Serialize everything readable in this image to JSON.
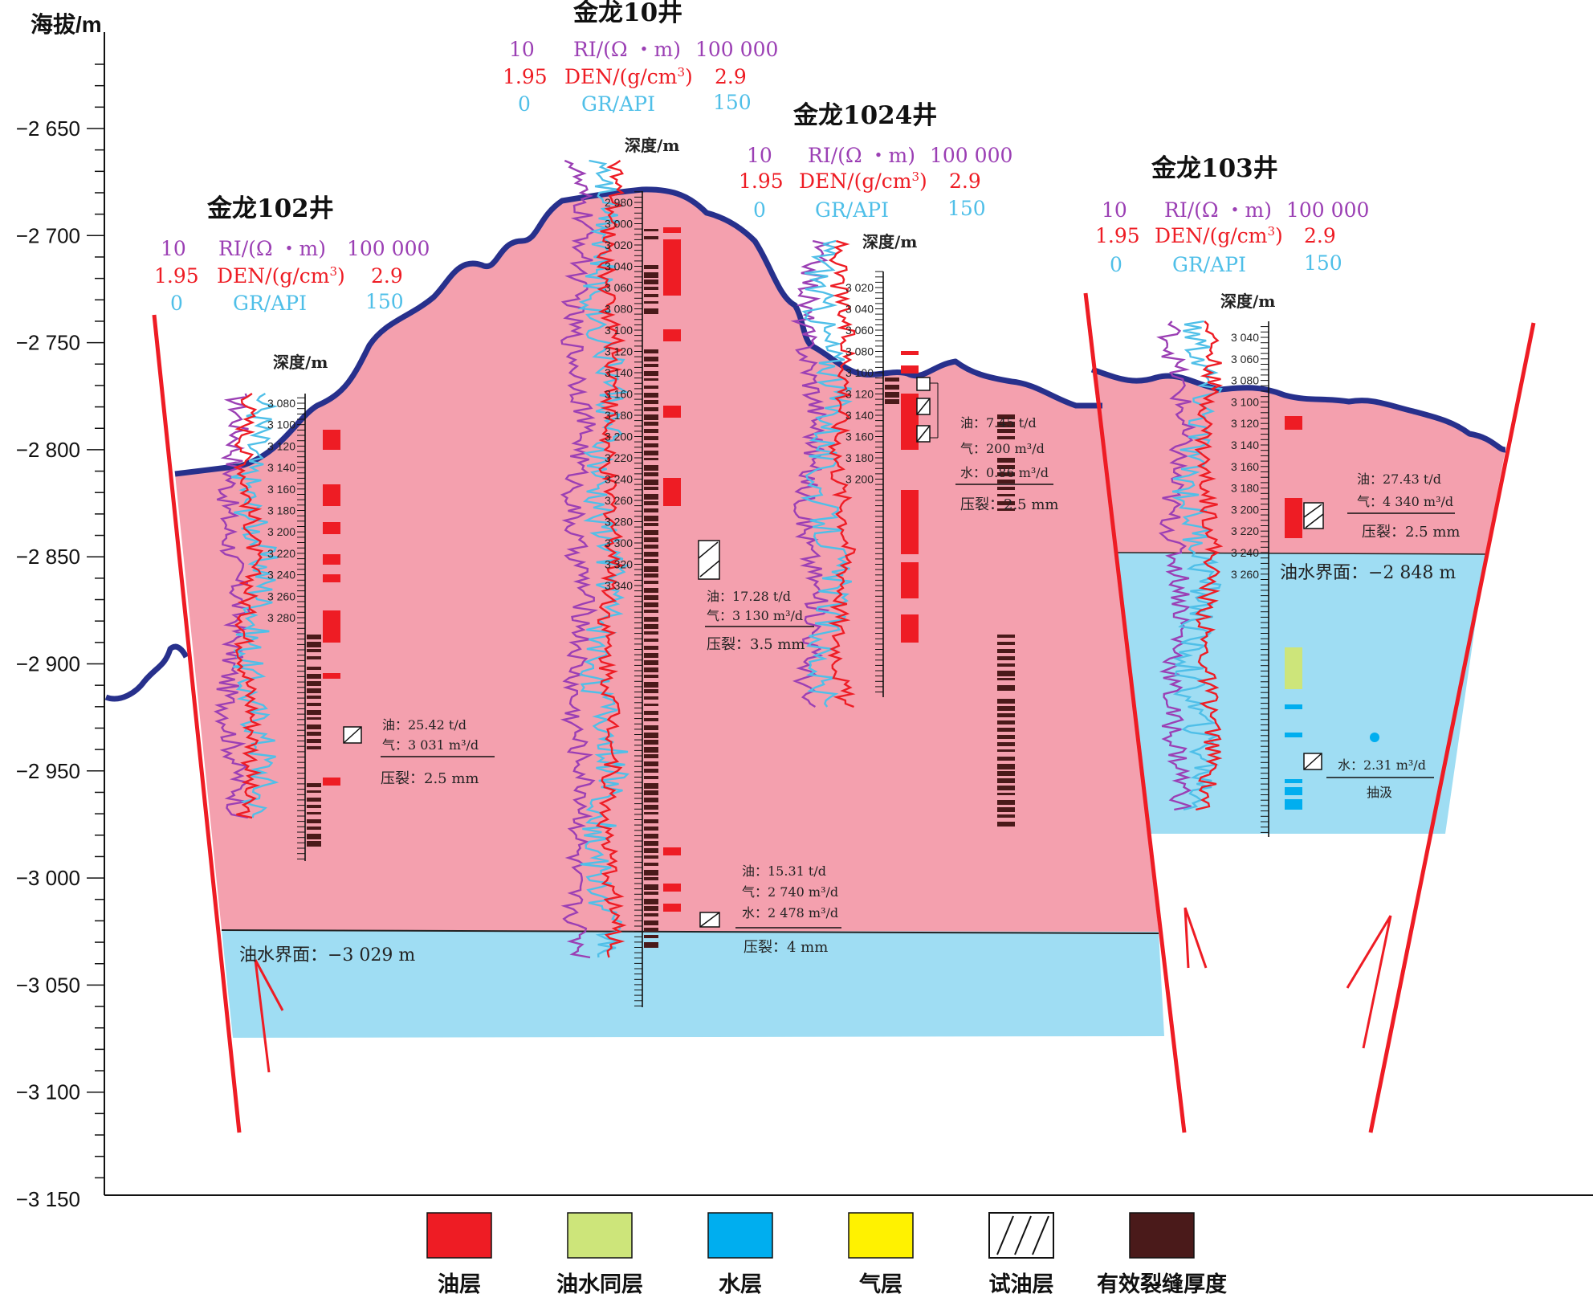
{
  "axis": {
    "title": "海拔/m",
    "ticks": [
      "−2 650",
      "−2 700",
      "−2 750",
      "−2 800",
      "−2 850",
      "−2 900",
      "−2 950",
      "−3 000",
      "−3 050",
      "−3 100",
      "−3 150"
    ]
  },
  "colors": {
    "oil": "#ee1c24",
    "oil_water": "#cde57a",
    "water": "#00aeef",
    "gas": "#fff200",
    "fracture": "#4a1a1a",
    "reservoir": "#f4a0ae",
    "aquifer": "#9fddf3",
    "structure_line": "#27308c",
    "fault": "#ee1c24",
    "ri_curve": "#9b3fb4",
    "den_curve": "#ee1c24",
    "gr_curve": "#4fbfe8"
  },
  "wells": [
    {
      "name": "金龙102井",
      "ri": {
        "min": "10",
        "label": "RI/(Ω ・m)",
        "max": "100 000"
      },
      "den": {
        "min": "1.95",
        "label": "DEN/(g/cm",
        "sup": "3",
        "close": ")",
        "max": "2.9"
      },
      "gr": {
        "min": "0",
        "label": "GR/API",
        "max": "150"
      },
      "depth_label": "深度/m",
      "depth_ticks": [
        "3 080",
        "3 100",
        "3 120",
        "3 140",
        "3 160",
        "3 180",
        "3 200",
        "3 220",
        "3 240",
        "3 260",
        "3 280"
      ],
      "test": {
        "oil": "油：25.42 t/d",
        "gas": "气：3 031 m³/d",
        "frac": "压裂：2.5 mm"
      }
    },
    {
      "name": "金龙10井",
      "ri": {
        "min": "10",
        "label": "RI/(Ω ・m)",
        "max": "100 000"
      },
      "den": {
        "min": "1.95",
        "label": "DEN/(g/cm",
        "sup": "3",
        "close": ")",
        "max": "2.9"
      },
      "gr": {
        "min": "0",
        "label": "GR/API",
        "max": "150"
      },
      "depth_label": "深度/m",
      "depth_ticks": [
        "2 980",
        "3 000",
        "3 020",
        "3 040",
        "3 060",
        "3 080",
        "3 100",
        "3 120",
        "3 140",
        "3 160",
        "3 180",
        "3 200",
        "3 220",
        "3 240",
        "3 260",
        "3 280",
        "3 300",
        "3 320",
        "3 340"
      ],
      "test1": {
        "oil": "油：17.28 t/d",
        "gas": "气：3 130 m³/d",
        "frac": "压裂：3.5 mm"
      },
      "test2": {
        "oil": "油：15.31 t/d",
        "gas": "气：2 740 m³/d",
        "water": "水：2 478 m³/d",
        "frac": "压裂：4 mm"
      }
    },
    {
      "name": "金龙1024井",
      "ri": {
        "min": "10",
        "label": "RI/(Ω ・m)",
        "max": "100 000"
      },
      "den": {
        "min": "1.95",
        "label": "DEN/(g/cm",
        "sup": "3",
        "close": ")",
        "max": "2.9"
      },
      "gr": {
        "min": "0",
        "label": "GR/API",
        "max": "150"
      },
      "depth_label": "深度/m",
      "depth_ticks": [
        "3 020",
        "3 040",
        "3 060",
        "3 080",
        "3 100",
        "3 120",
        "3 140",
        "3 160",
        "3 180",
        "3 200"
      ],
      "test": {
        "oil": "油：7.45 t/d",
        "gas": "气：200 m³/d",
        "water": "水：0.86 m³/d",
        "frac": "压裂：2.5 mm"
      }
    },
    {
      "name": "金龙103井",
      "ri": {
        "min": "10",
        "label": "RI/(Ω ・m)",
        "max": "100 000"
      },
      "den": {
        "min": "1.95",
        "label": "DEN/(g/cm",
        "sup": "3",
        "close": ")",
        "max": "2.9"
      },
      "gr": {
        "min": "0",
        "label": "GR/API",
        "max": "150"
      },
      "depth_label": "深度/m",
      "depth_ticks": [
        "3 040",
        "3 060",
        "3 080",
        "3 100",
        "3 120",
        "3 140",
        "3 160",
        "3 180",
        "3 200",
        "3 220",
        "3 240",
        "3 260"
      ],
      "test1": {
        "oil": "油：27.43 t/d",
        "gas": "气：4 340 m³/d",
        "frac": "压裂：2.5 mm"
      },
      "test2": {
        "water": "水：2.31 m³/d",
        "method": "抽汲"
      }
    }
  ],
  "owc_left": "油水界面：−3 029 m",
  "owc_right": "油水界面：−2 848 m",
  "legend": [
    {
      "label": "油层",
      "key": "oil"
    },
    {
      "label": "油水同层",
      "key": "oil_water"
    },
    {
      "label": "水层",
      "key": "water"
    },
    {
      "label": "气层",
      "key": "gas"
    },
    {
      "label": "试油层",
      "key": "test"
    },
    {
      "label": "有效裂缝厚度",
      "key": "fracture"
    }
  ]
}
